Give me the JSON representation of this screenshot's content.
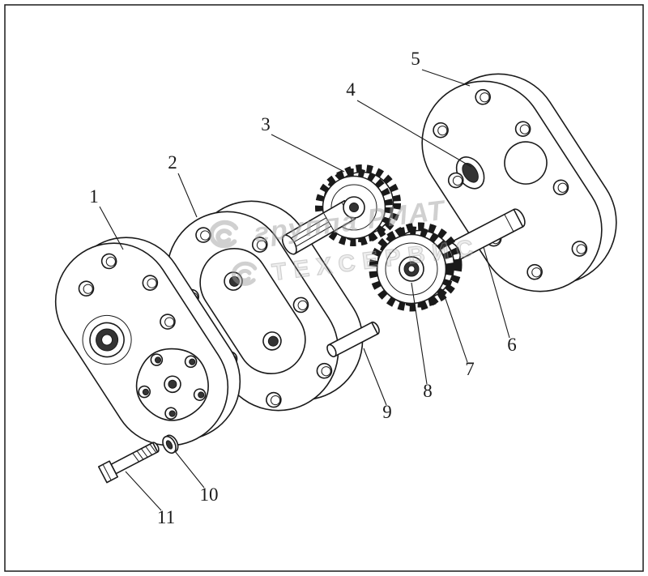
{
  "diagram": {
    "kind": "exploded-parts-drawing",
    "background_color": "#ffffff",
    "line_color": "#1a1a1a",
    "callouts": [
      {
        "label": "1"
      },
      {
        "label": "2"
      },
      {
        "label": "3"
      },
      {
        "label": "4"
      },
      {
        "label": "5"
      },
      {
        "label": "6"
      },
      {
        "label": "7"
      },
      {
        "label": "8"
      },
      {
        "label": "9"
      },
      {
        "label": "10"
      },
      {
        "label": "11"
      }
    ],
    "watermark": {
      "line1": "группа РИАТ",
      "line2": "ТЕХСЕРВИС",
      "icon": "swirl",
      "color": "#a3a3a3"
    }
  }
}
